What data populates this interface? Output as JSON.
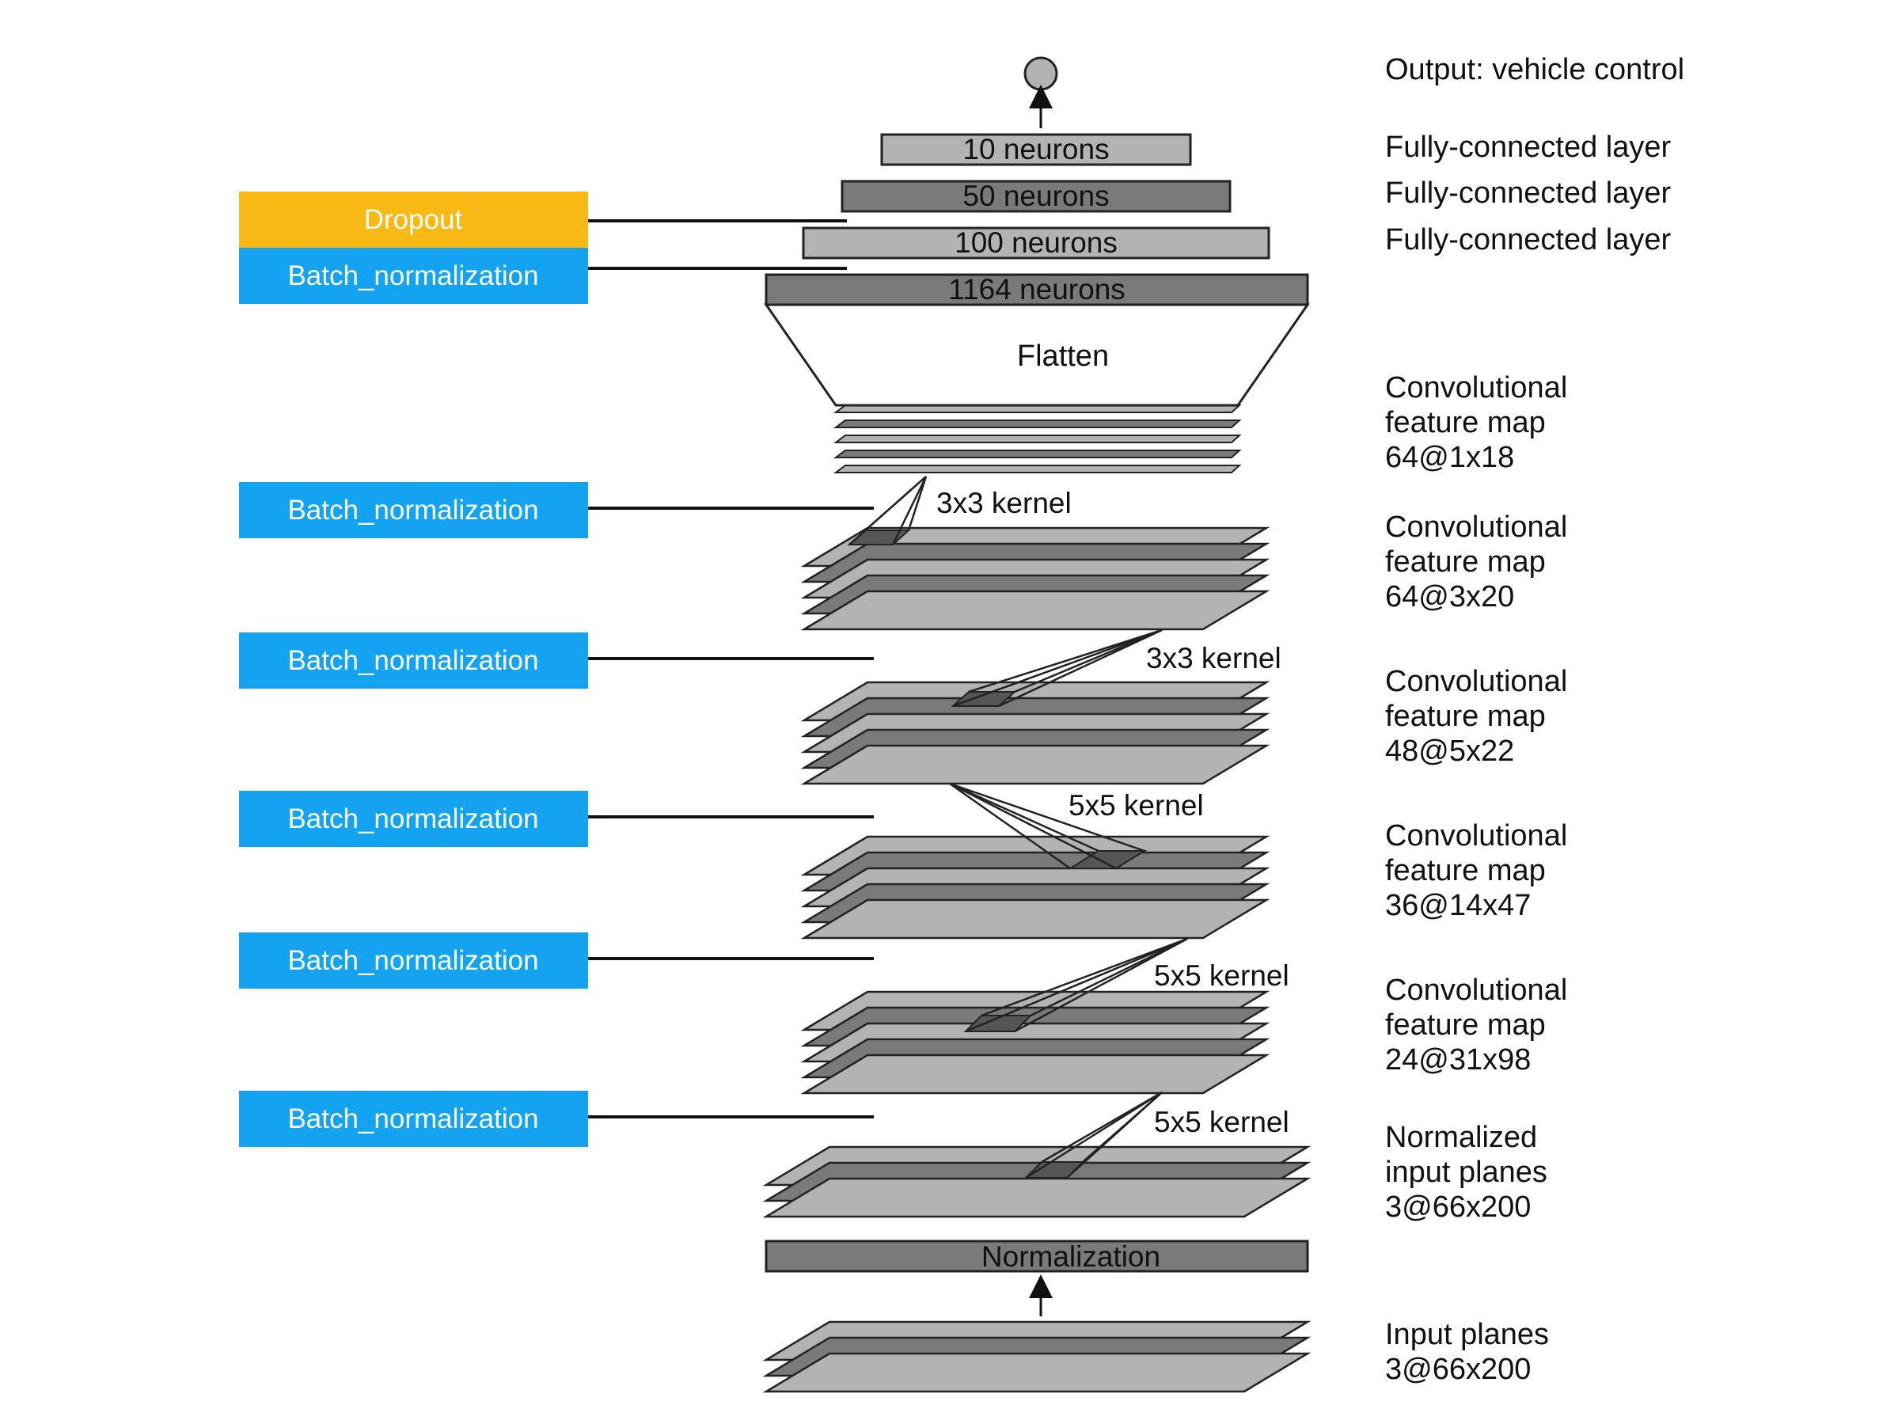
{
  "output_node": "Output: vehicle control",
  "dense_layers": [
    {
      "label": "10 neurons",
      "side": "Fully-connected layer",
      "fill": "#b3b3b3"
    },
    {
      "label": "50 neurons",
      "side": "Fully-connected layer",
      "fill": "#7a7a7a"
    },
    {
      "label": "100 neurons",
      "side": "Fully-connected layer",
      "fill": "#b3b3b3"
    },
    {
      "label": "1164 neurons",
      "side": "",
      "fill": "#7a7a7a"
    }
  ],
  "flatten": "Flatten",
  "feature_maps": [
    {
      "line1": "Convolutional",
      "line2": "feature map",
      "line3": "64@1x18"
    },
    {
      "line1": "Convolutional",
      "line2": "feature map",
      "line3": "64@3x20"
    },
    {
      "line1": "Convolutional",
      "line2": "feature map",
      "line3": "48@5x22"
    },
    {
      "line1": "Convolutional",
      "line2": "feature map",
      "line3": "36@14x47"
    },
    {
      "line1": "Convolutional",
      "line2": "feature map",
      "line3": "24@31x98"
    },
    {
      "line1": "Normalized",
      "line2": "input planes",
      "line3": "3@66x200"
    }
  ],
  "input_planes": {
    "line1": "Input planes",
    "line2": "3@66x200"
  },
  "normalization": "Normalization",
  "kernels": [
    "3x3 kernel",
    "3x3 kernel",
    "5x5 kernel",
    "5x5 kernel",
    "5x5 kernel"
  ],
  "annotations": [
    {
      "label": "Dropout",
      "color": "#f9b914"
    },
    {
      "label": "Batch_normalization",
      "color": "#13a3f1"
    },
    {
      "label": "Batch_normalization",
      "color": "#13a3f1"
    },
    {
      "label": "Batch_normalization",
      "color": "#13a3f1"
    },
    {
      "label": "Batch_normalization",
      "color": "#13a3f1"
    },
    {
      "label": "Batch_normalization",
      "color": "#13a3f1"
    },
    {
      "label": "Batch_normalization",
      "color": "#13a3f1"
    }
  ],
  "colors": {
    "plane_light": "#b3b3b3",
    "plane_dark": "#7a7a7a",
    "stroke": "#222222"
  }
}
